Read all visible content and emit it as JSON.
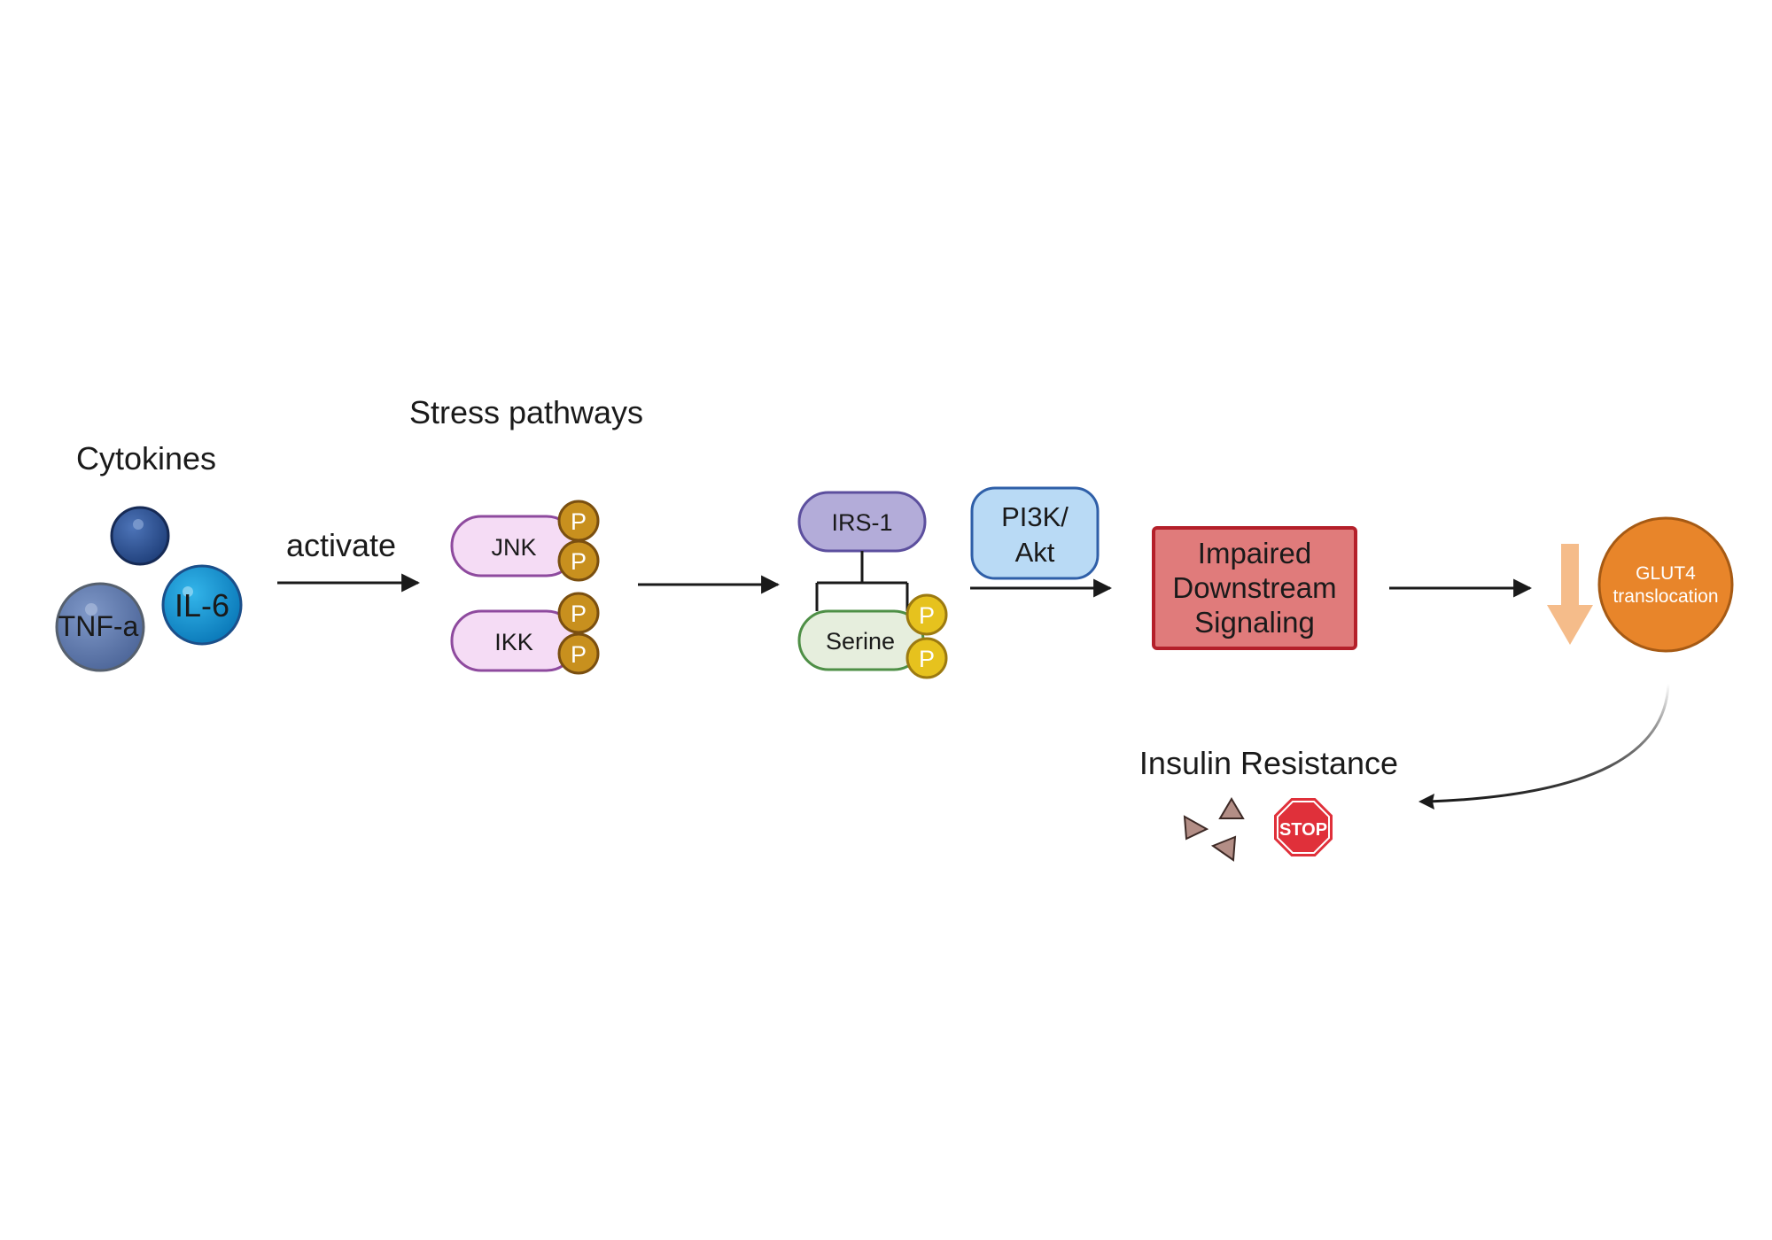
{
  "labels": {
    "cytokines": "Cytokines",
    "stress_pathways": "Stress pathways",
    "activate": "activate",
    "insulin_resistance": "Insulin Resistance"
  },
  "cytokines": {
    "tnf": "TNF-a",
    "il6": "IL-6"
  },
  "kinases": {
    "jnk": "JNK",
    "ikk": "IKK",
    "phospho": "P"
  },
  "irs": {
    "irs1": "IRS-1",
    "serine": "Serine"
  },
  "pi3k": {
    "line1": "PI3K/",
    "line2": "Akt"
  },
  "impaired": {
    "line1": "Impaired",
    "line2": "Downstream",
    "line3": "Signaling"
  },
  "glut4": {
    "line1": "GLUT4",
    "line2": "translocation"
  },
  "stop_sign": "STOP",
  "colors": {
    "kinase_fill": "#f5dcf5",
    "kinase_stroke": "#8e4a9e",
    "phospho_fill": "#c8901e",
    "serine_phospho_fill": "#e6c21e",
    "irs_fill": "#b3acd9",
    "serine_fill": "#e6eedd",
    "pi3k_fill": "#b9daf5",
    "impaired_fill": "#e07b7b",
    "glut4_fill": "#e8852a",
    "down_arrow": "#f5bc8a",
    "stop_red": "#e0303a"
  },
  "icons": {
    "down_arrow": "down-arrow-icon",
    "stop": "stop-sign-icon",
    "glucose": "glucose-triangle-icon"
  }
}
